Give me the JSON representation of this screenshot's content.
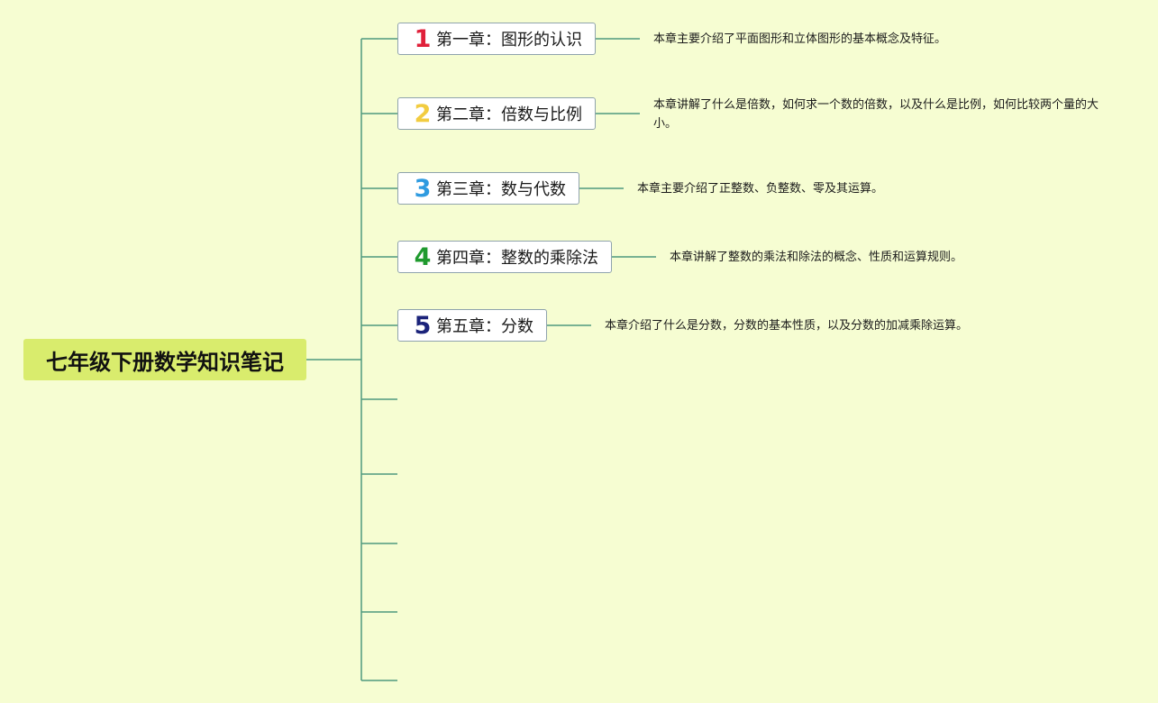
{
  "root": {
    "title": "七年级下册数学知识笔记"
  },
  "chapters": [
    {
      "number": "1",
      "color": "#e0203a",
      "label": "第一章：图形的认识",
      "description": "本章主要介绍了平面图形和立体图形的基本概念及特征。"
    },
    {
      "number": "2",
      "color": "#f2cc40",
      "label": "第二章：倍数与比例",
      "description": "本章讲解了什么是倍数，如何求一个数的倍数，以及什么是比例，如何比较两个量的大小。"
    },
    {
      "number": "3",
      "color": "#2f9be0",
      "label": "第三章：数与代数",
      "description": "本章主要介绍了正整数、负整数、零及其运算。"
    },
    {
      "number": "4",
      "color": "#1f9a2e",
      "label": "第四章：整数的乘除法",
      "description": "本章讲解了整数的乘法和除法的概念、性质和运算规则。"
    },
    {
      "number": "5",
      "color": "#1b237a",
      "label": "第五章：分数",
      "description": "本章介绍了什么是分数，分数的基本性质，以及分数的加减乘除运算。"
    }
  ],
  "colors": {
    "background": "#f6fdd2",
    "root_fill": "#d9ec6d",
    "connector": "#4f9a7e",
    "node_border": "#8fa3ad"
  }
}
